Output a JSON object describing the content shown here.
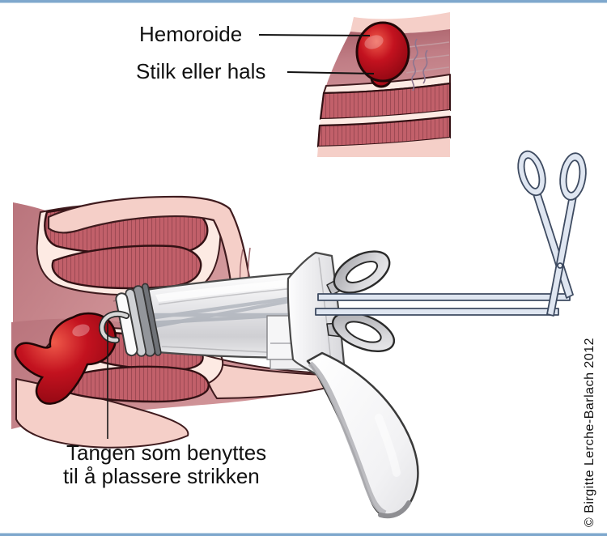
{
  "page": {
    "background": "#ffffff",
    "top_bar_color": "#7fa8cd",
    "bottom_bar_color": "#7fa8cd"
  },
  "annotations": {
    "hemorrhoid_label": "Hemoroide",
    "stalk_label": "Stilk eller hals",
    "forceps_label_line1": "Tangen som benyttes",
    "forceps_label_line2": "til å plassere strikken",
    "credit": "© Birgitte Lerche-Barlach 2012"
  },
  "figure": {
    "description": "Medical illustration of rubber-band ligation of a hemorrhoid: an anoscope is inserted in the anal canal and a long grasping forceps pulls the hemorrhoid into the banding tip; inset shows the hemorrhoid and its stalk on the rectal wall",
    "colors": {
      "hemorrhoid_red": "#b5121f",
      "tissue_pale_pink": "#f5cfc8",
      "tissue_dusky_rose": "#c07d85",
      "muscle_red": "#c2606a",
      "cream_layer": "#fdeae3",
      "instrument_gray": "#e6e6e9",
      "forceps_steel": "#dfe6f1",
      "outline_dark": "#3f1b1e"
    }
  }
}
